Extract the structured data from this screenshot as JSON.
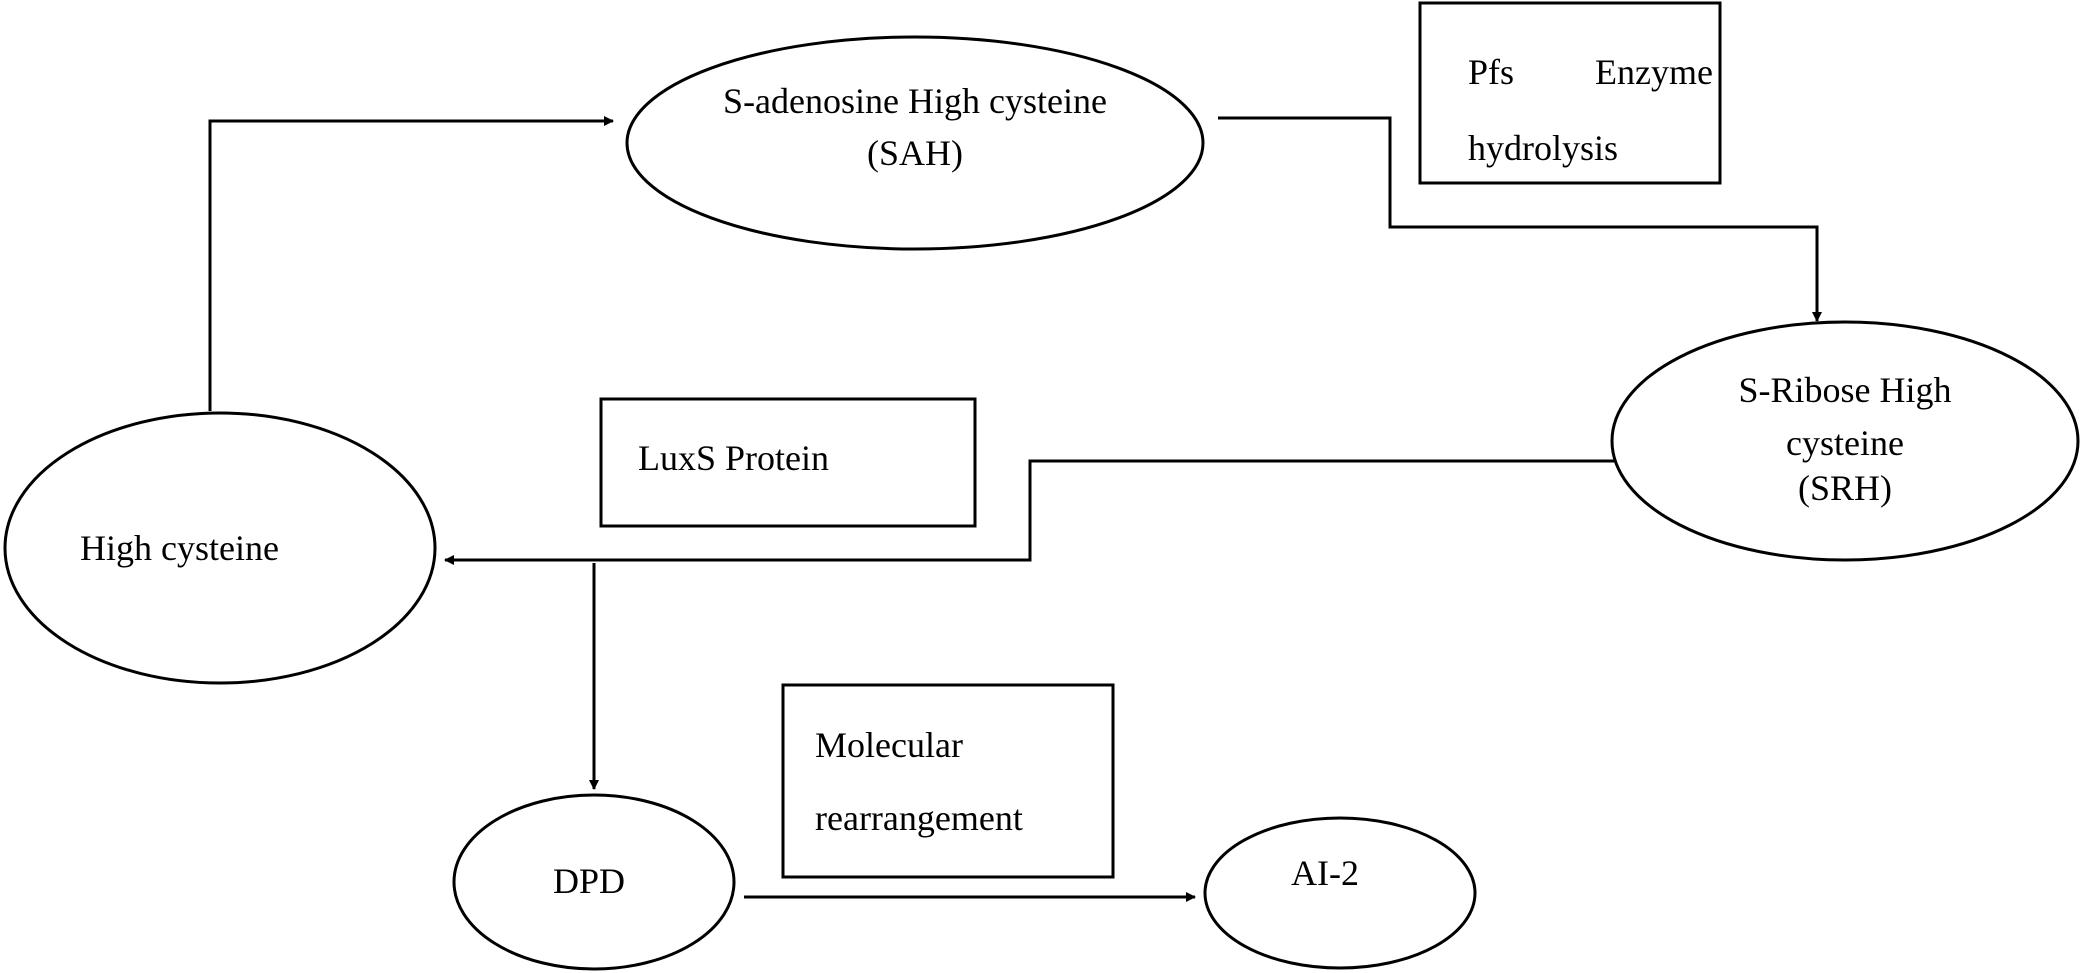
{
  "nodes": {
    "sah": {
      "line1": "S-adenosine High cysteine",
      "line2": "(SAH)"
    },
    "srh": {
      "line1": "S-Ribose High",
      "line2": "cysteine",
      "line3": "(SRH)"
    },
    "high_cysteine": {
      "label": "High cysteine"
    },
    "dpd": {
      "label": "DPD"
    },
    "ai2": {
      "label": "AI-2"
    }
  },
  "annotations": {
    "pfs": {
      "word1": "Pfs",
      "word2": "Enzyme",
      "line2": "hydrolysis"
    },
    "luxs": {
      "label": "LuxS Protein"
    },
    "molecular": {
      "line1": "Molecular",
      "line2": "rearrangement"
    }
  },
  "edges": [
    {
      "from": "high_cysteine",
      "to": "sah"
    },
    {
      "from": "sah",
      "to": "srh",
      "via": "pfs"
    },
    {
      "from": "srh",
      "to": "high_cysteine",
      "via": "luxs"
    },
    {
      "from": "high_cysteine",
      "to": "dpd"
    },
    {
      "from": "dpd",
      "to": "ai2",
      "via": "molecular"
    }
  ],
  "colors": {
    "stroke": "#000000",
    "background": "#ffffff"
  }
}
